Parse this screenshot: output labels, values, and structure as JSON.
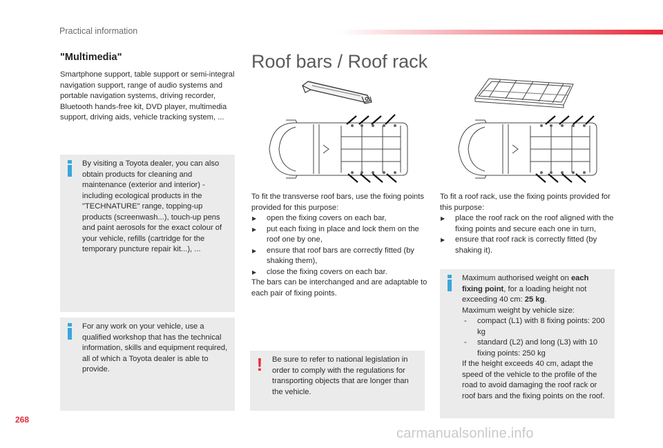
{
  "header": {
    "section": "Practical information",
    "page_number": "268"
  },
  "multimedia": {
    "title": "\"Multimedia\"",
    "text": "Smartphone support, table support or semi-integral navigation support, range of audio systems and portable navigation systems, driving recorder, Bluetooth hands-free kit, DVD player, multimedia support, driving aids, vehicle tracking system, ..."
  },
  "info_dealer": "By visiting a Toyota dealer, you can also obtain products for cleaning and maintenance (exterior and interior) - including ecological products in the \"TECHNATURE\" range, topping-up products (screenwash...), touch-up pens and paint aerosols for the exact colour of your vehicle, refills (cartridge for the temporary puncture repair kit...), ...",
  "info_workshop": "For any work on your vehicle, use a qualified workshop that has the technical information, skills and equipment required, all of which a Toyota dealer is able to provide.",
  "roof": {
    "title": "Roof bars / Roof rack",
    "bars_intro": "To fit the transverse roof bars, use the fixing points provided for this purpose:",
    "bars_steps": [
      "open the fixing covers on each bar,",
      "put each fixing in place and lock them on the roof one by one,",
      "ensure that roof bars are correctly fitted (by shaking them),",
      "close the fixing covers on each bar."
    ],
    "bars_outro": "The bars can be interchanged and are adaptable to each pair of fixing points.",
    "rack_intro": "To fit a roof rack, use the fixing points provided for this purpose:",
    "rack_steps": [
      "place the roof rack on the roof aligned with the fixing points and secure each one in turn,",
      "ensure that roof rack is correctly fitted (by shaking it)."
    ],
    "warning": "Be sure to refer to national legislation in order to comply with the regulations for transporting objects that are longer than the vehicle.",
    "weight": {
      "line1_pre": "Maximum authorised weight on ",
      "line1_bold": "each fixing point",
      "line1_mid": ", for a loading height not exceeding 40 cm: ",
      "line1_val": "25 kg",
      "line1_end": ".",
      "line2": "Maximum weight by vehicle size:",
      "items": [
        "compact (L1) with 8 fixing points: 200 kg",
        "standard (L2) and long (L3) with 10 fixing points: 250 kg"
      ],
      "outro": "If the height exceeds 40 cm, adapt the speed of the vehicle to the profile of the road to avoid damaging the roof rack or roof bars and the fixing points on the roof."
    }
  },
  "watermark": "carmanualsonline.info",
  "colors": {
    "accent_red": "#e62a3a",
    "info_blue": "#3aa6dd",
    "box_grey": "#ebebeb"
  },
  "icons": {
    "info": "info-icon",
    "warning": "warning-icon"
  }
}
